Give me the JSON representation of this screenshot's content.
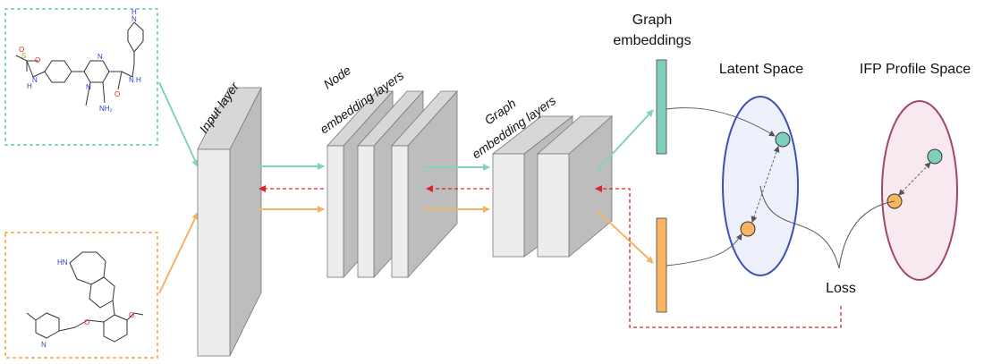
{
  "labels": {
    "input_layer": "Input layer",
    "node_embedding_line1": "Node",
    "node_embedding_line2": "embedding layers",
    "graph_embedding_layers_line1": "Graph",
    "graph_embedding_layers_line2": "embedding layers",
    "graph_embeddings_line1": "Graph",
    "graph_embeddings_line2": "embeddings",
    "latent_space": "Latent Space",
    "ifp_profile_space": "IFP Profile Space",
    "loss": "Loss"
  },
  "molecule_top": {
    "atoms": {
      "S": "S",
      "O1": "O",
      "O2": "O",
      "NH_sulfonamide": "N",
      "H_sulfonamide": "H",
      "N_ring1": "N",
      "N_ring2": "N",
      "NH2_label": "NH₂",
      "O_amide": "O",
      "NH_amide": "N",
      "H_amide": "H",
      "NH_piperidine": "N",
      "H_piperidine": "H"
    }
  },
  "molecule_bottom": {
    "atoms": {
      "NH_azepine": "HN",
      "N_pyridine": "N",
      "O_ether": "O",
      "O_methoxy": "O"
    }
  },
  "colors": {
    "teal": "#7fd3c2",
    "teal_fill": "#7fd0bb",
    "orange": "#f5b361",
    "orange_fill": "#f9b460",
    "red_dashed": "#d9262b",
    "latent_ellipse_stroke": "#3b50b9",
    "latent_ellipse_fill": "#eef1fb",
    "ifp_ellipse_stroke": "#a2456d",
    "ifp_ellipse_fill": "#f7e9ef",
    "layer_front": "#ededed",
    "layer_side": "#bdbdbd",
    "layer_top": "#d7d7d7"
  }
}
